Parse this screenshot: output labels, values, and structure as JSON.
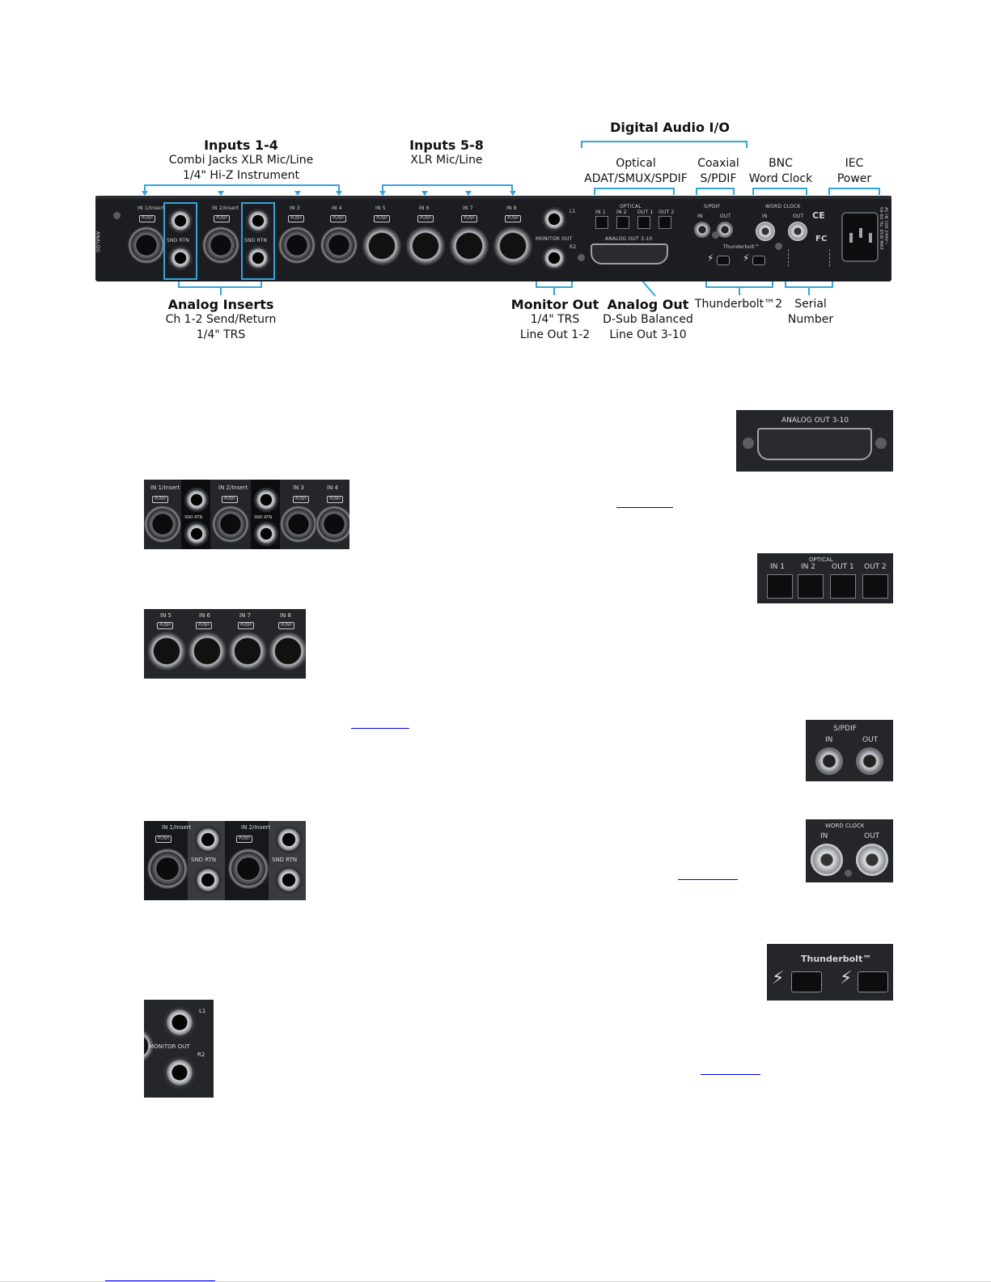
{
  "callouts": {
    "inputs_1_4": {
      "title": "Inputs 1-4",
      "line1": "Combi Jacks XLR Mic/Line",
      "line2": "1/4\" Hi-Z Instrument"
    },
    "inputs_5_8": {
      "title": "Inputs 5-8",
      "line1": "XLR Mic/Line"
    },
    "digital_audio": {
      "title": "Digital Audio I/O"
    },
    "optical": {
      "line1": "Optical",
      "line2": "ADAT/SMUX/SPDIF"
    },
    "coaxial": {
      "line1": "Coaxial",
      "line2": "S/PDIF"
    },
    "bnc": {
      "line1": "BNC",
      "line2": "Word Clock"
    },
    "iec": {
      "line1": "IEC",
      "line2": "Power"
    },
    "analog_inserts": {
      "title": "Analog Inserts",
      "line1": "Ch 1-2 Send/Return",
      "line2": "1/4\" TRS"
    },
    "monitor_out": {
      "title": "Monitor Out",
      "line1": "1/4\" TRS",
      "line2": "Line Out 1-2"
    },
    "analog_out": {
      "title": "Analog Out",
      "line1": "D-Sub Balanced",
      "line2": "Line Out 3-10"
    },
    "thunderbolt": {
      "line1": "Thunderbolt™2"
    },
    "serial": {
      "line1": "Serial",
      "line2": "Number"
    }
  },
  "panel_labels": {
    "analog": "ANALOG",
    "in1": "IN 1/Insert",
    "in2": "IN 2/Insert",
    "in3": "IN 3",
    "in4": "IN 4",
    "in5": "IN 5",
    "in6": "IN 6",
    "in7": "IN 7",
    "in8": "IN 8",
    "push": "PUSH",
    "snd_rtn": "SND RTN",
    "monitor_out": "MONITOR OUT",
    "l1": "L1",
    "r2": "R2",
    "optical": "OPTICAL",
    "opt_in1": "IN 1",
    "opt_in2": "IN 2",
    "opt_out1": "OUT 1",
    "opt_out2": "OUT 2",
    "analog_out": "ANALOG OUT 3-10",
    "spdif": "S/PDIF",
    "spdif_in": "IN",
    "spdif_out": "OUT",
    "thunderbolt": "Thunderbolt™",
    "word_clock": "WORD CLOCK",
    "wc_in": "IN",
    "wc_out": "OUT",
    "ce": "CE",
    "fc": "FC",
    "ac_in": "AC IN 100-240V~",
    "ac_hz": "50-60 Hz, 65W MAX"
  },
  "thumbnails": {
    "analog_out": "ANALOG OUT 3-10",
    "inputs_1_4": {
      "in1": "IN 1/Insert",
      "in2": "IN 2/Insert",
      "in3": "IN 3",
      "in4": "IN 4",
      "push": "PUSH",
      "snd_rtn": "SND RTN"
    },
    "optical": {
      "title": "OPTICAL",
      "in1": "IN 1",
      "in2": "IN 2",
      "out1": "OUT 1",
      "out2": "OUT 2"
    },
    "inputs_5_8": {
      "in5": "IN 5",
      "in6": "IN 6",
      "in7": "IN 7",
      "in8": "IN 8",
      "push": "PUSH"
    },
    "spdif": {
      "title": "S/PDIF",
      "in": "IN",
      "out": "OUT"
    },
    "inserts": {
      "in1": "IN 1/Insert",
      "in2": "IN 2/Insert",
      "push": "PUSH",
      "snd_rtn": "SND RTN"
    },
    "word_clock": {
      "title": "WORD CLOCK",
      "in": "IN",
      "out": "OUT"
    },
    "thunderbolt": {
      "title": "Thunderbolt™"
    },
    "monitor_out": {
      "title": "MONITOR OUT",
      "l1": "L1",
      "r2": "R2"
    }
  },
  "colors": {
    "accent": "#35a4db",
    "panel": "#1c1d20",
    "link": "#0000ee"
  }
}
